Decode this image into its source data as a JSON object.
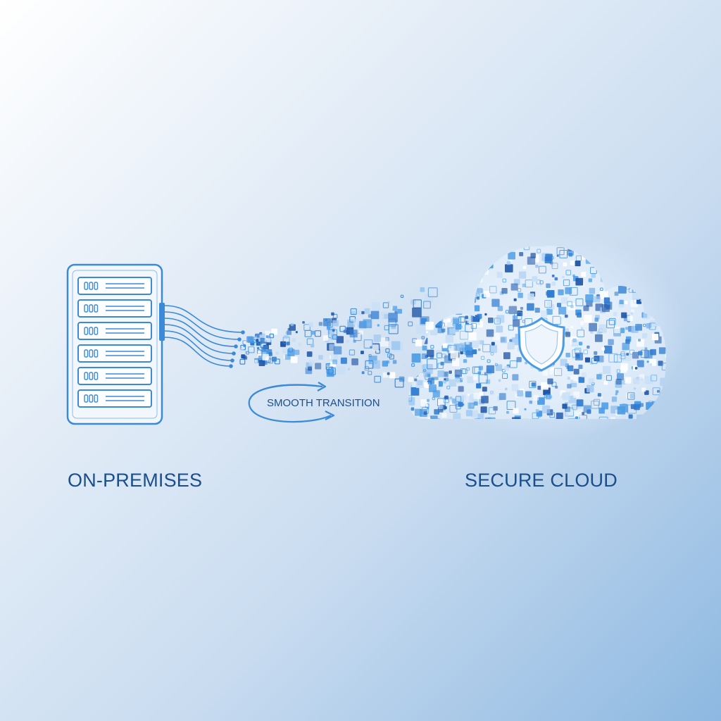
{
  "labels": {
    "on_premises": "ON-PREMISES",
    "secure_cloud": "SECURE CLOUD",
    "transition": "SMOOTH TRANSITION"
  },
  "icons": {
    "server": "server-rack-icon",
    "cloud": "particle-cloud-icon",
    "shield": "shield-icon",
    "cycle": "cycle-arrows-icon"
  },
  "colors": {
    "text": "#1a4f8c",
    "line": "#3a8ad8",
    "dark": "#1f4f91",
    "particle_light": "#9cc7f0",
    "particle_mid": "#4a9be6",
    "particle_dark": "#1f56a8"
  }
}
